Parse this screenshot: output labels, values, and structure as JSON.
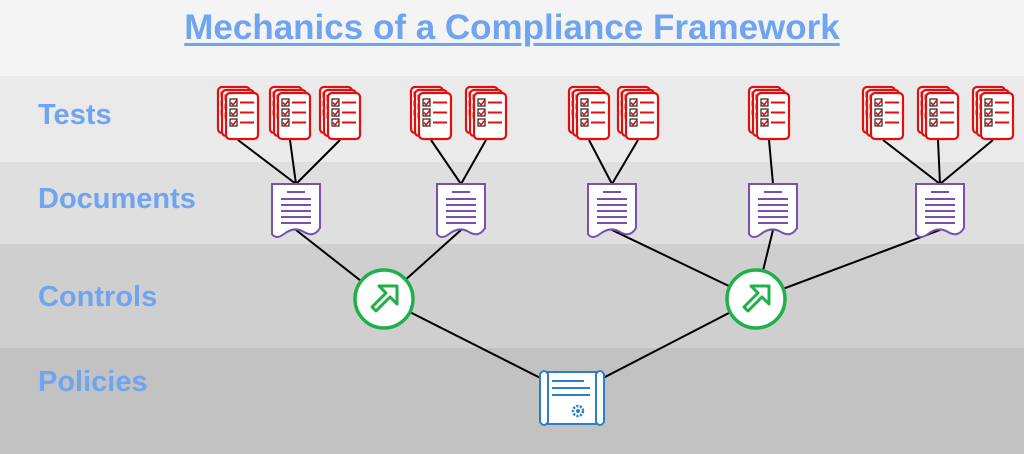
{
  "title": "Mechanics of a Compliance Framework",
  "rows": {
    "tests": "Tests",
    "documents": "Documents",
    "controls": "Controls",
    "policies": "Policies"
  },
  "colors": {
    "title": "#6ea4f0",
    "test": "#e01010",
    "document": "#7a4fb0",
    "control": "#1fb04a",
    "policy": "#2a7fc8",
    "connector": "#000000"
  },
  "icons": {
    "test": "checklist-stack-icon",
    "document": "document-icon",
    "control": "arrow-up-right-circle-icon",
    "policy": "policy-scroll-icon"
  },
  "structure": {
    "policies": 1,
    "controls_per_policy": 2,
    "documents_per_control": [
      2,
      3
    ],
    "tests_per_document": [
      3,
      2,
      2,
      1,
      3
    ]
  }
}
